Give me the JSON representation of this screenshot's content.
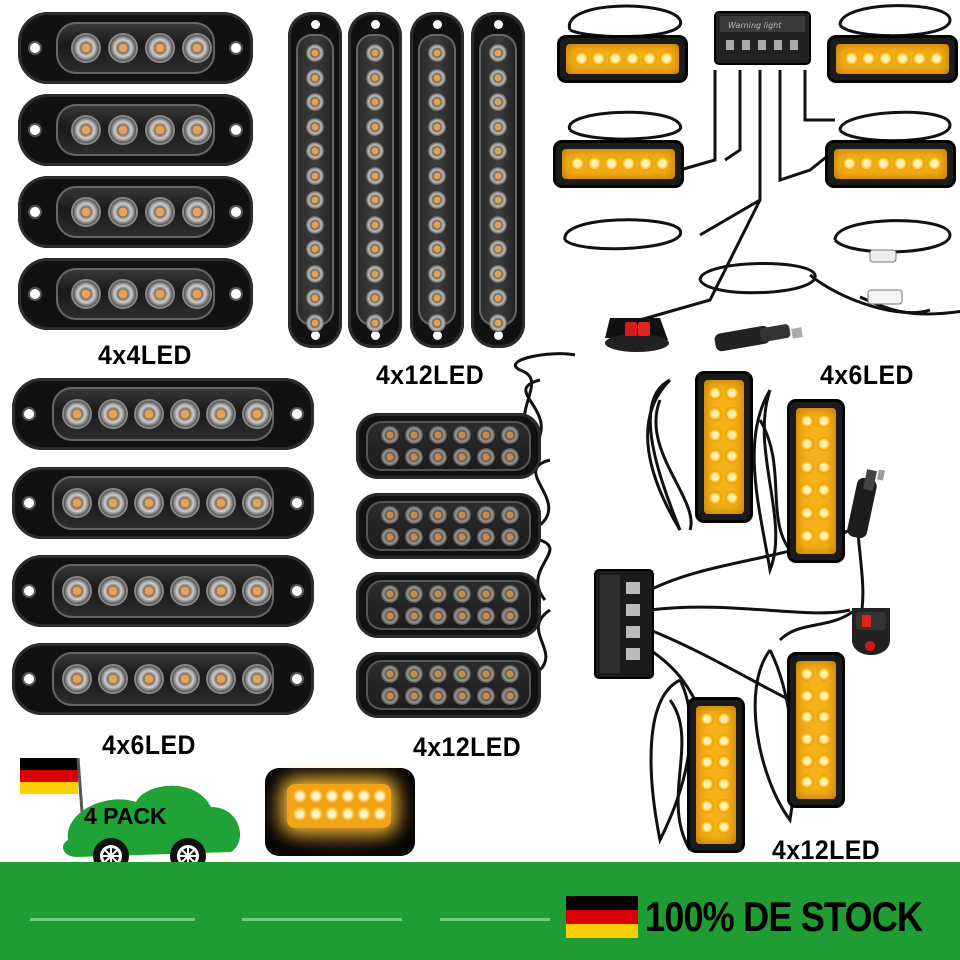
{
  "labels": {
    "four_led": "4x4LED",
    "twelve_led_vertical": "4x12LED",
    "six_led_kit": "4x6LED",
    "six_led_bars": "4x6LED",
    "twelve_led_bars": "4x12LED",
    "twelve_led_kit": "4x12LED"
  },
  "pack_badge": {
    "text": "4 PACK"
  },
  "banner": {
    "text": "100% DE STOCK"
  },
  "colors": {
    "banner_green": "#1f9c33",
    "badge_green": "#1fa336",
    "amber": "#f6b21a",
    "flag_black": "#000000",
    "flag_red": "#dd0000",
    "flag_gold": "#ffce00"
  },
  "icons": [
    "germany-flag-icon",
    "car-badge-icon",
    "wheel-icon",
    "rocker-switch-icon",
    "cigarette-plug-icon",
    "control-box-icon"
  ]
}
